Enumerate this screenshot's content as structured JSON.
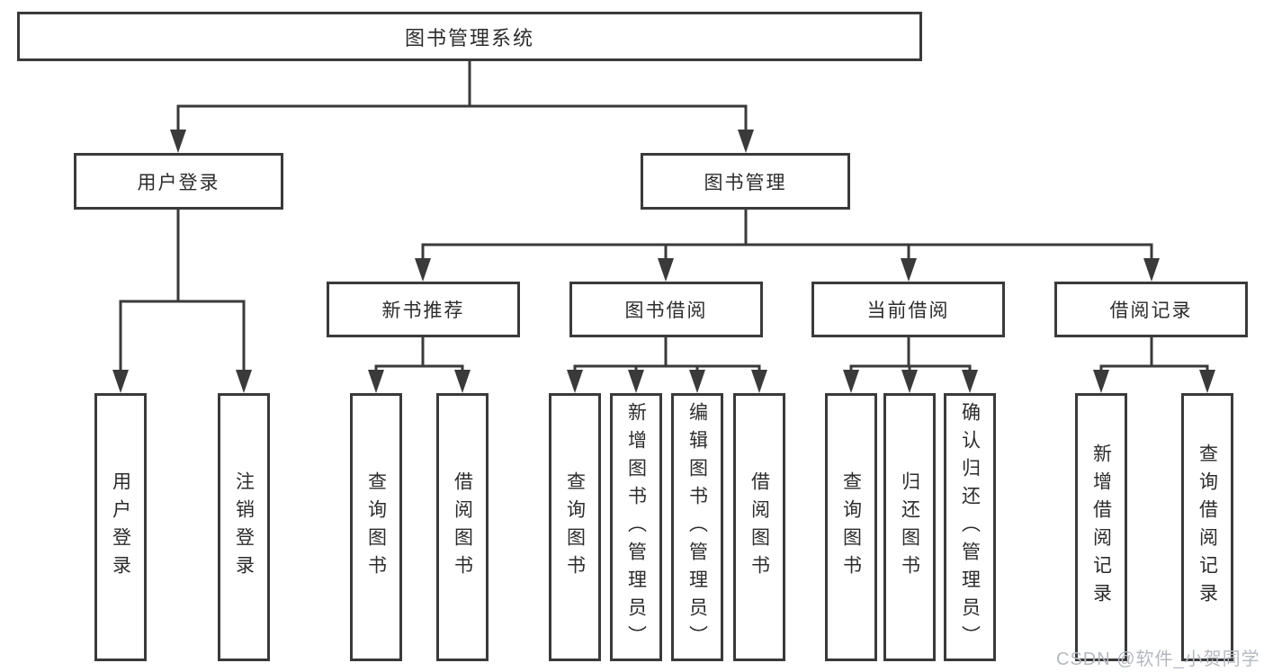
{
  "diagram": {
    "title": "图书管理系统",
    "watermark": "CSDN @软件_小贺同学",
    "colors": {
      "line": "#3a3a3a",
      "text": "#2c2c2c",
      "watermark": "#b4b9bf",
      "background": "#ffffff"
    },
    "root": {
      "id": "library-management-system",
      "label": "图书管理系统"
    },
    "level2": [
      {
        "id": "user-login",
        "label": "用户登录",
        "parent": "library-management-system"
      },
      {
        "id": "book-management",
        "label": "图书管理",
        "parent": "library-management-system"
      }
    ],
    "level3": [
      {
        "id": "new-book-recommend",
        "label": "新书推荐",
        "parent": "book-management"
      },
      {
        "id": "book-borrow",
        "label": "图书借阅",
        "parent": "book-management"
      },
      {
        "id": "current-borrow",
        "label": "当前借阅",
        "parent": "book-management"
      },
      {
        "id": "borrow-records",
        "label": "借阅记录",
        "parent": "book-management"
      }
    ],
    "leaves": [
      {
        "label": "用户登录",
        "parent": "user-login"
      },
      {
        "label": "注销登录",
        "parent": "user-login"
      },
      {
        "label": "查询图书",
        "parent": "new-book-recommend"
      },
      {
        "label": "借阅图书",
        "parent": "new-book-recommend"
      },
      {
        "label": "查询图书",
        "parent": "book-borrow"
      },
      {
        "label": "新增图书（管理员）",
        "parent": "book-borrow"
      },
      {
        "label": "编辑图书（管理员）",
        "parent": "book-borrow"
      },
      {
        "label": "借阅图书",
        "parent": "book-borrow"
      },
      {
        "label": "查询图书",
        "parent": "current-borrow"
      },
      {
        "label": "归还图书",
        "parent": "current-borrow"
      },
      {
        "label": "确认归还（管理员）",
        "parent": "current-borrow"
      },
      {
        "label": "新增借阅记录",
        "parent": "borrow-records"
      },
      {
        "label": "查询借阅记录",
        "parent": "borrow-records"
      }
    ]
  }
}
